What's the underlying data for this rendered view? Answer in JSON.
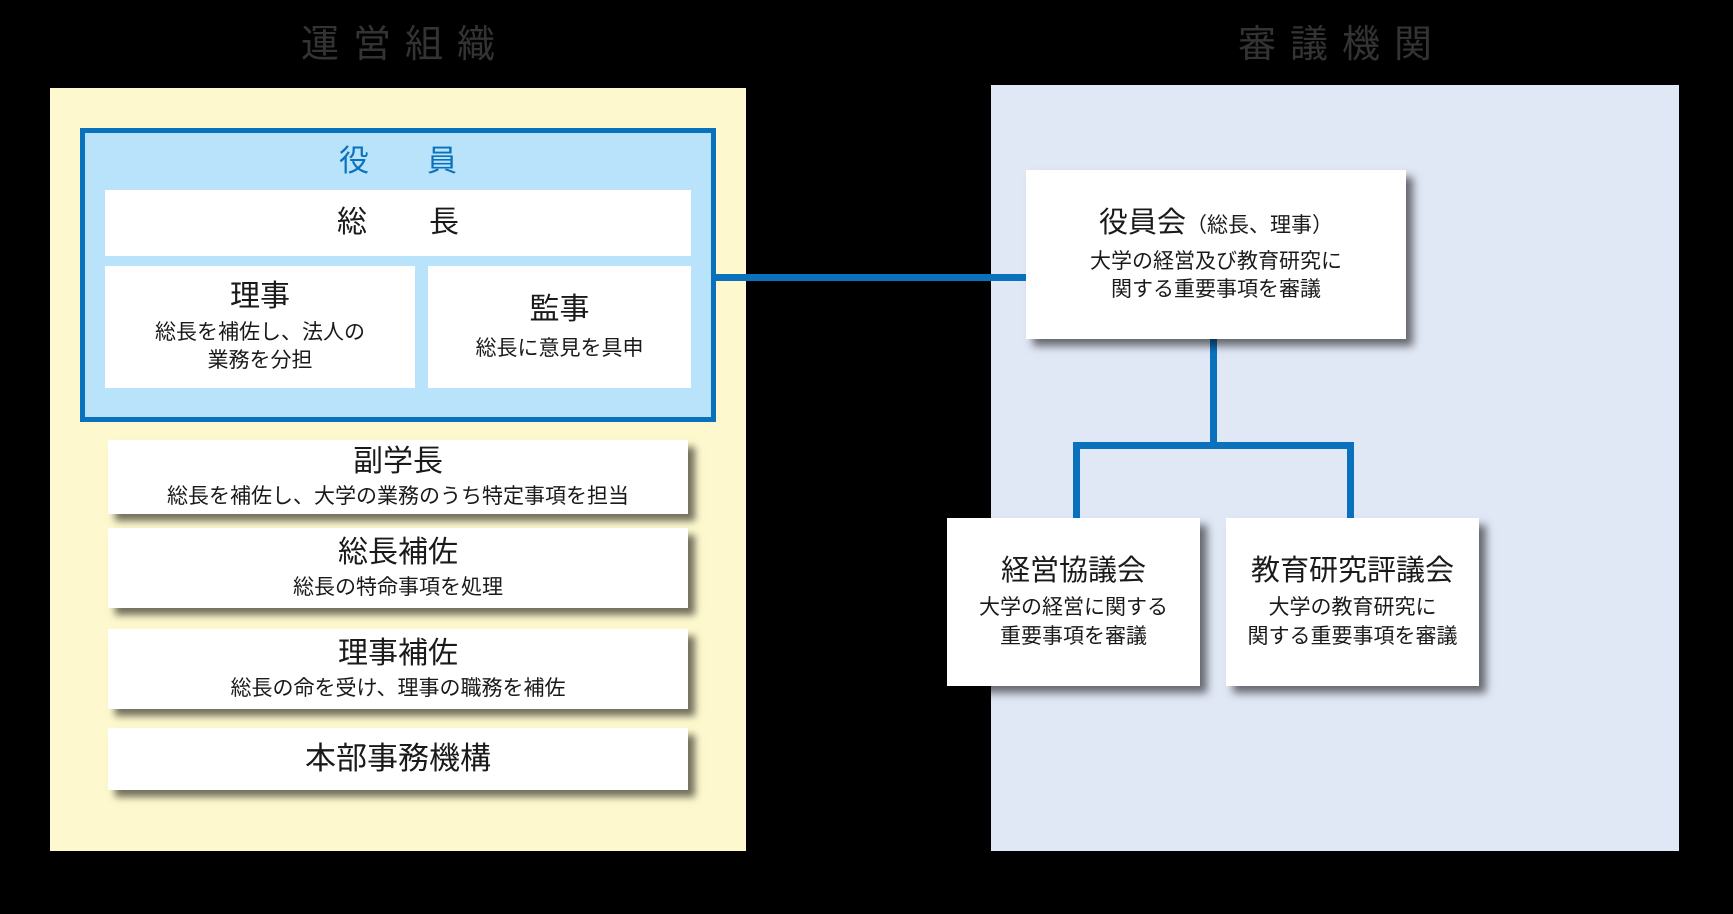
{
  "sections": {
    "operating": {
      "heading": "運営組織",
      "officers_group": {
        "title": "役　員",
        "president": {
          "title": "総　長"
        },
        "director": {
          "title": "理事",
          "desc_line1": "総長を補佐し、法人の",
          "desc_line2": "業務を分担"
        },
        "auditor": {
          "title": "監事",
          "desc_line1": "総長に意見を具申"
        }
      },
      "cards": {
        "vice_president": {
          "title": "副学長",
          "desc": "総長を補佐し、大学の業務のうち特定事項を担当"
        },
        "president_aide": {
          "title": "総長補佐",
          "desc": "総長の特命事項を処理"
        },
        "director_aide": {
          "title": "理事補佐",
          "desc": "総長の命を受け、理事の職務を補佐"
        },
        "head_office": {
          "title": "本部事務機構",
          "desc": ""
        }
      }
    },
    "deliberative": {
      "heading": "審議機関",
      "cards": {
        "board": {
          "title": "役員会",
          "title_paren": "（総長、理事）",
          "desc_line1": "大学の経営及び教育研究に",
          "desc_line2": "関する重要事項を審議"
        },
        "management_council": {
          "title": "経営協議会",
          "desc_line1": "大学の経営に関する",
          "desc_line2": "重要事項を審議"
        },
        "education_council": {
          "title": "教育研究評議会",
          "desc_line1": "大学の教育研究に",
          "desc_line2": "関する重要事項を審議"
        }
      }
    }
  },
  "colors": {
    "background": "#000000",
    "operating_panel": "#fdf8cd",
    "deliberative_panel": "#e0e7f5",
    "officers_fill": "#b9e3fa",
    "accent_blue": "#0a72bd",
    "heading_gray": "#333333",
    "card_white": "#ffffff",
    "text_dark": "#1a1a1a"
  }
}
